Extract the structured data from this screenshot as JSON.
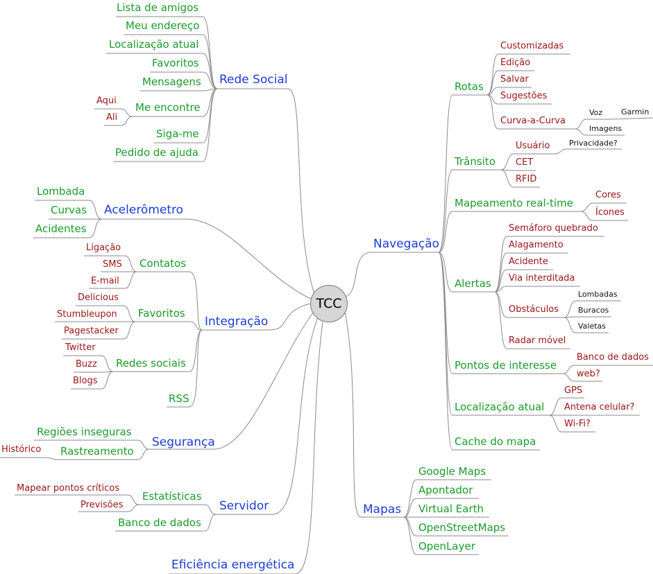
{
  "center": "TCC",
  "colors": {
    "level1": "#1c3bd8",
    "level2": "#1a9a2a",
    "level3": "#9a1212",
    "level4": "#111111",
    "connector": "#8a8a8a"
  },
  "branches": {
    "rede_social": {
      "label": "Rede Social",
      "items": {
        "lista_amigos": "Lista de amigos",
        "meu_endereco": "Meu endereço",
        "localizacao_atual": "Localização atual",
        "favoritos": "Favoritos",
        "mensagens": "Mensagens",
        "me_encontre": {
          "label": "Me encontre",
          "children": [
            "Aqui",
            "Ali"
          ]
        },
        "siga_me": "Siga-me",
        "pedido_ajuda": "Pedido de ajuda"
      }
    },
    "acelerometro": {
      "label": "Acelerômetro",
      "items": [
        "Lombada",
        "Curvas",
        "Acidentes"
      ]
    },
    "integracao": {
      "label": "Integração",
      "contatos": {
        "label": "Contatos",
        "children": [
          "Ligação",
          "SMS",
          "E-mail"
        ]
      },
      "favoritos": {
        "label": "Favoritos",
        "children": [
          "Delicious",
          "Stumbleupon",
          "Pagestacker"
        ]
      },
      "redes_sociais": {
        "label": "Redes sociais",
        "children": [
          "Twitter",
          "Buzz",
          "Blogs"
        ]
      },
      "rss": "RSS"
    },
    "seguranca": {
      "label": "Segurança",
      "regioes": "Regiões inseguras",
      "rastreamento": {
        "label": "Rastreamento",
        "children": [
          "Histórico"
        ]
      }
    },
    "servidor": {
      "label": "Servidor",
      "estatisticas": {
        "label": "Estatísticas",
        "children": [
          "Mapear pontos críticos",
          "Previsões"
        ]
      },
      "banco": "Banco de dados"
    },
    "eficiencia": {
      "label": "Eficiência energética"
    },
    "navegacao": {
      "label": "Navegação",
      "rotas": {
        "label": "Rotas",
        "children": [
          "Customizadas",
          "Edição",
          "Salvar",
          "Sugestões"
        ],
        "curva": {
          "label": "Curva-a-Curva",
          "voz": "Voz",
          "garmin": "Garmin",
          "imagens": "Imagens"
        }
      },
      "transito": {
        "label": "Trânsito",
        "usuario": "Usuário",
        "privacidade": "Privacidade?",
        "cet": "CET",
        "rfid": "RFID"
      },
      "mapeamento": {
        "label": "Mapeamento real-time",
        "children": [
          "Cores",
          "Ícones"
        ]
      },
      "alertas": {
        "label": "Alertas",
        "children": [
          "Semáforo quebrado",
          "Alagamento",
          "Acidente",
          "Via interditada"
        ],
        "obstaculos": {
          "label": "Obstáculos",
          "children": [
            "Lombadas",
            "Buracos",
            "Valetas"
          ]
        },
        "radar": "Radar móvel"
      },
      "pontos": {
        "label": "Pontos de interesse",
        "children": [
          "Banco de dados",
          "web?"
        ]
      },
      "localizacao": {
        "label": "Localização atual",
        "children": [
          "GPS",
          "Antena celular?",
          "Wi-Fi?"
        ]
      },
      "cache": "Cache do mapa"
    },
    "mapas": {
      "label": "Mapas",
      "items": [
        "Google Maps",
        "Apontador",
        "Virtual Earth",
        "OpenStreetMaps",
        "OpenLayer"
      ]
    }
  }
}
